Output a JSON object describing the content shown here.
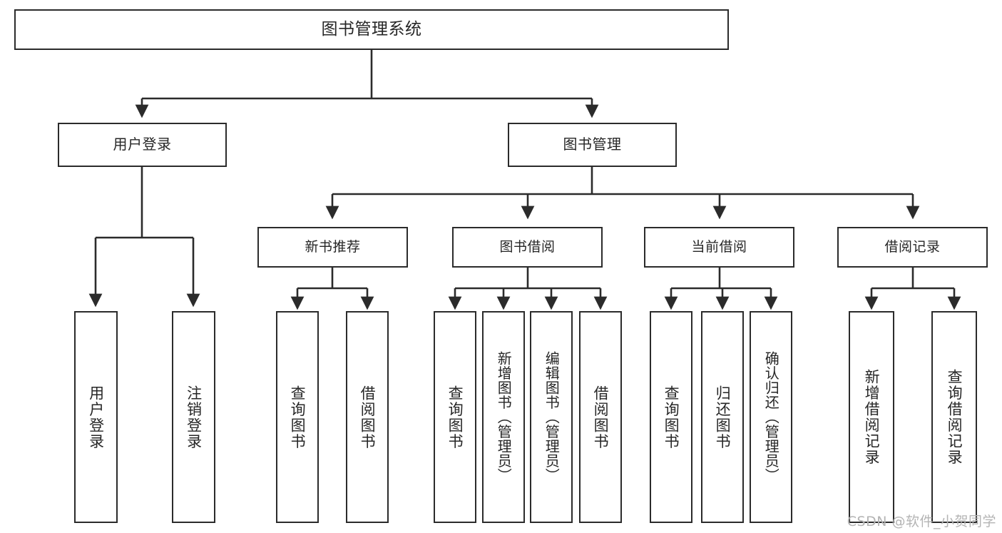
{
  "diagram": {
    "title": "图书管理系统",
    "type": "tree-hierarchy",
    "watermark": "CSDN @软件_小贺同学",
    "colors": {
      "stroke": "#2b2b2b",
      "fill": "#ffffff",
      "text": "#262626",
      "watermark": "#b4b4b4"
    },
    "root": {
      "label": "图书管理系统"
    },
    "level2": [
      {
        "label": "用户登录"
      },
      {
        "label": "图书管理"
      }
    ],
    "level3": [
      {
        "label": "新书推荐"
      },
      {
        "label": "图书借阅"
      },
      {
        "label": "当前借阅"
      },
      {
        "label": "借阅记录"
      }
    ],
    "leaves": {
      "user_login": [
        {
          "label": "用户登录"
        },
        {
          "label": "注销登录"
        }
      ],
      "new_book_recommend": [
        {
          "label": "查询图书"
        },
        {
          "label": "借阅图书"
        }
      ],
      "book_borrow": [
        {
          "label": "查询图书"
        },
        {
          "label": "新增图书（管理员）"
        },
        {
          "label": "编辑图书（管理员）"
        },
        {
          "label": "借阅图书"
        }
      ],
      "current_borrow": [
        {
          "label": "查询图书"
        },
        {
          "label": "归还图书"
        },
        {
          "label": "确认归还（管理员）"
        }
      ],
      "borrow_record": [
        {
          "label": "新增借阅记录"
        },
        {
          "label": "查询借阅记录"
        }
      ]
    }
  }
}
